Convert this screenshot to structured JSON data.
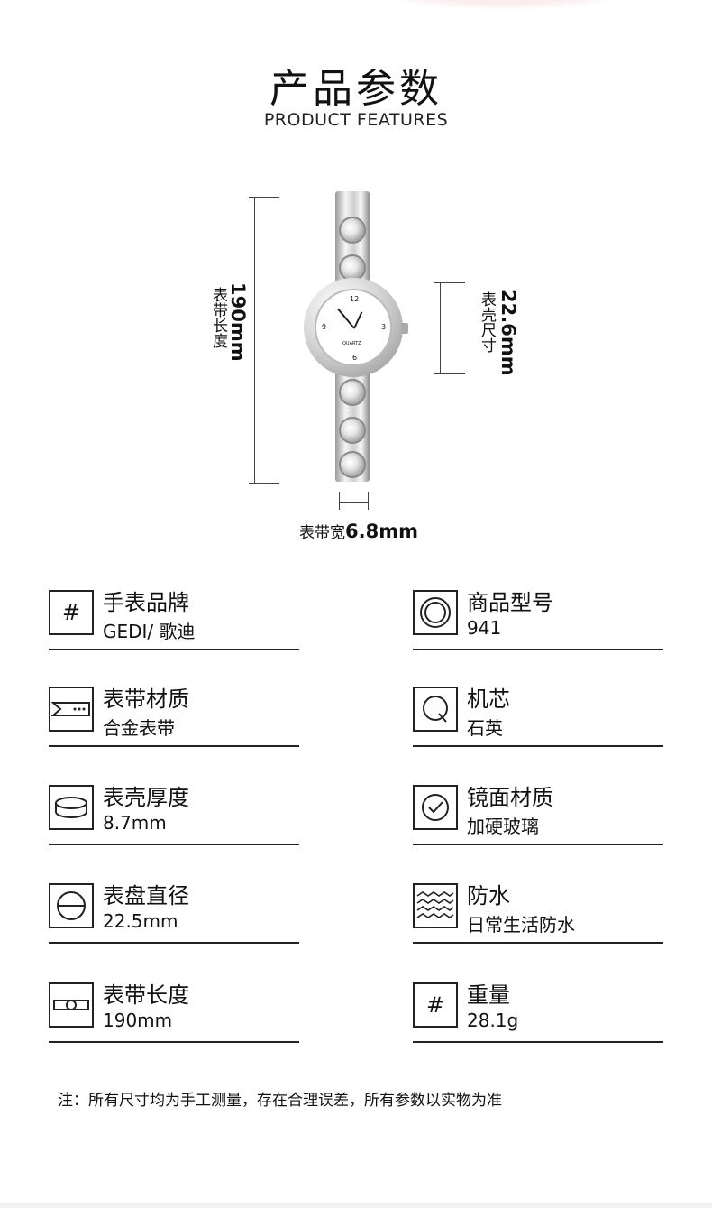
{
  "header": {
    "title": "产品参数",
    "subtitle": "PRODUCT FEATURES"
  },
  "diagram": {
    "strap_length_label": "表带长度",
    "strap_length_value": "190mm",
    "case_size_label": "表壳尺寸",
    "case_size_value": "22.6mm",
    "strap_width_label": "表带宽",
    "strap_width_value": "6.8mm",
    "dial_text": "QUARTZ"
  },
  "specs": [
    {
      "label": "手表品牌",
      "value": "GEDI/ 歌迪",
      "icon": "hash-icon"
    },
    {
      "label": "商品型号",
      "value": "941",
      "icon": "concentric-circle-icon"
    },
    {
      "label": "表带材质",
      "value": "合金表带",
      "icon": "strap-icon"
    },
    {
      "label": "机芯",
      "value": "石英",
      "icon": "q-movement-icon"
    },
    {
      "label": "表壳厚度",
      "value": "8.7mm",
      "icon": "case-thickness-icon"
    },
    {
      "label": "镜面材质",
      "value": "加硬玻璃",
      "icon": "check-circle-icon"
    },
    {
      "label": "表盘直径",
      "value": "22.5mm",
      "icon": "dial-diameter-icon"
    },
    {
      "label": "防水",
      "value": "日常生活防水",
      "icon": "water-waves-icon"
    },
    {
      "label": "表带长度",
      "value": "190mm",
      "icon": "strap-length-icon"
    },
    {
      "label": "重量",
      "value": "28.1g",
      "icon": "hash-icon"
    }
  ],
  "note": "注：所有尺寸均为手工测量，存在合理误差，所有参数以实物为准"
}
